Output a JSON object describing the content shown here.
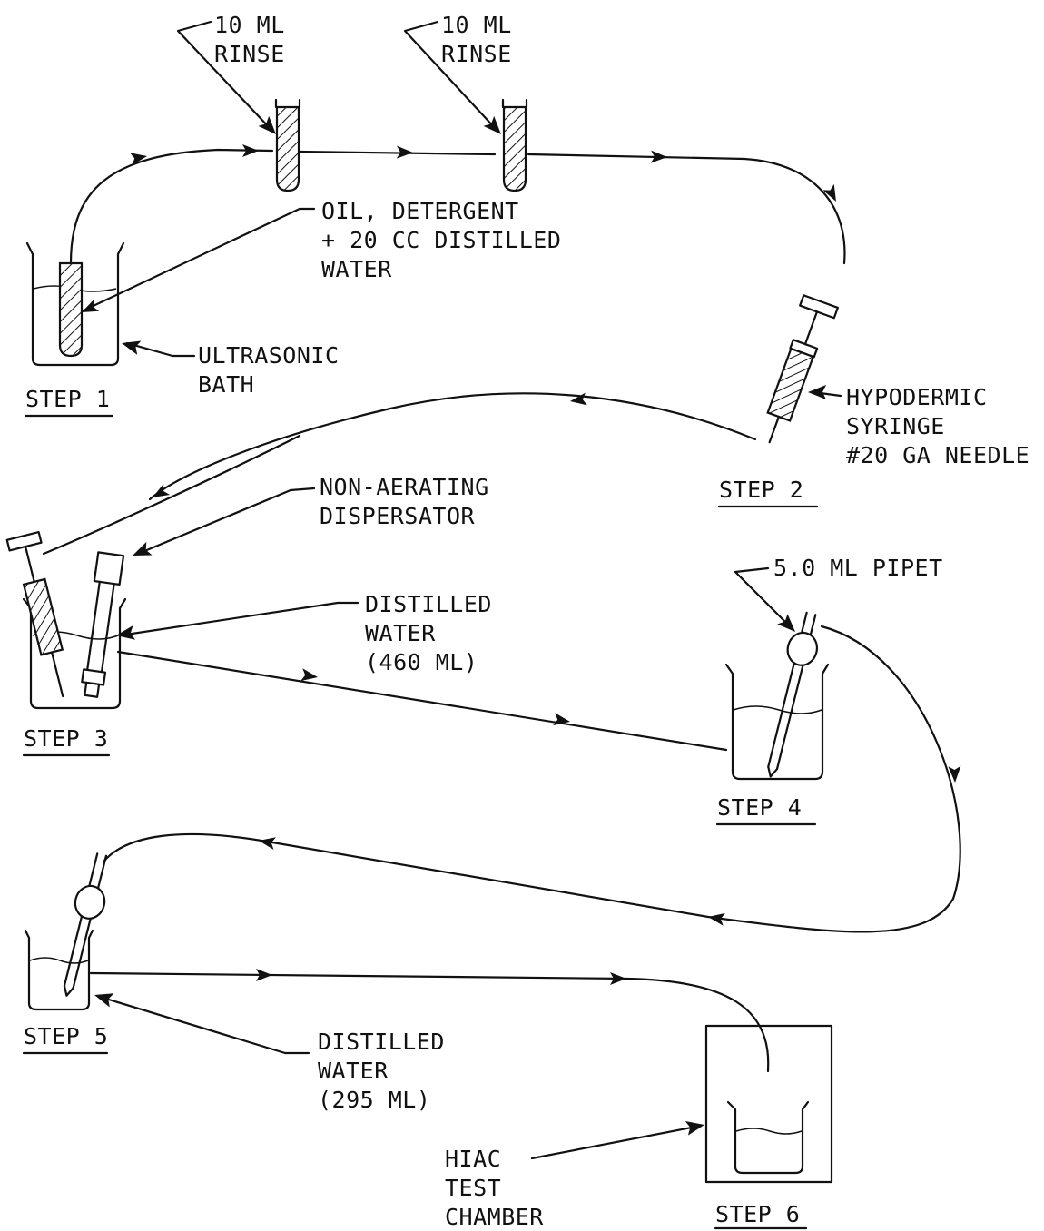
{
  "labels": {
    "rinse_1": [
      "10 ML",
      "RINSE"
    ],
    "rinse_2": [
      "10 ML",
      "RINSE"
    ],
    "oil_mix": [
      "OIL, DETERGENT",
      "+ 20  CC DISTILLED",
      "WATER"
    ],
    "ultrasonic": [
      "ULTRASONIC",
      "BATH"
    ],
    "syringe": [
      "HYPODERMIC",
      "SYRINGE",
      "#20 GA NEEDLE"
    ],
    "dispersator": [
      "NON-AERATING",
      "DISPERSATOR"
    ],
    "water_460": [
      "DISTILLED",
      "WATER",
      "(460 ML)"
    ],
    "pipet": [
      "5.0 ML PIPET"
    ],
    "water_295": [
      "DISTILLED",
      "WATER",
      "(295 ML)"
    ],
    "hiac": [
      "HIAC",
      "TEST",
      "CHAMBER"
    ]
  },
  "steps": [
    "STEP 1",
    "STEP 2",
    "STEP 3",
    "STEP 4",
    "STEP 5",
    "STEP 6"
  ]
}
